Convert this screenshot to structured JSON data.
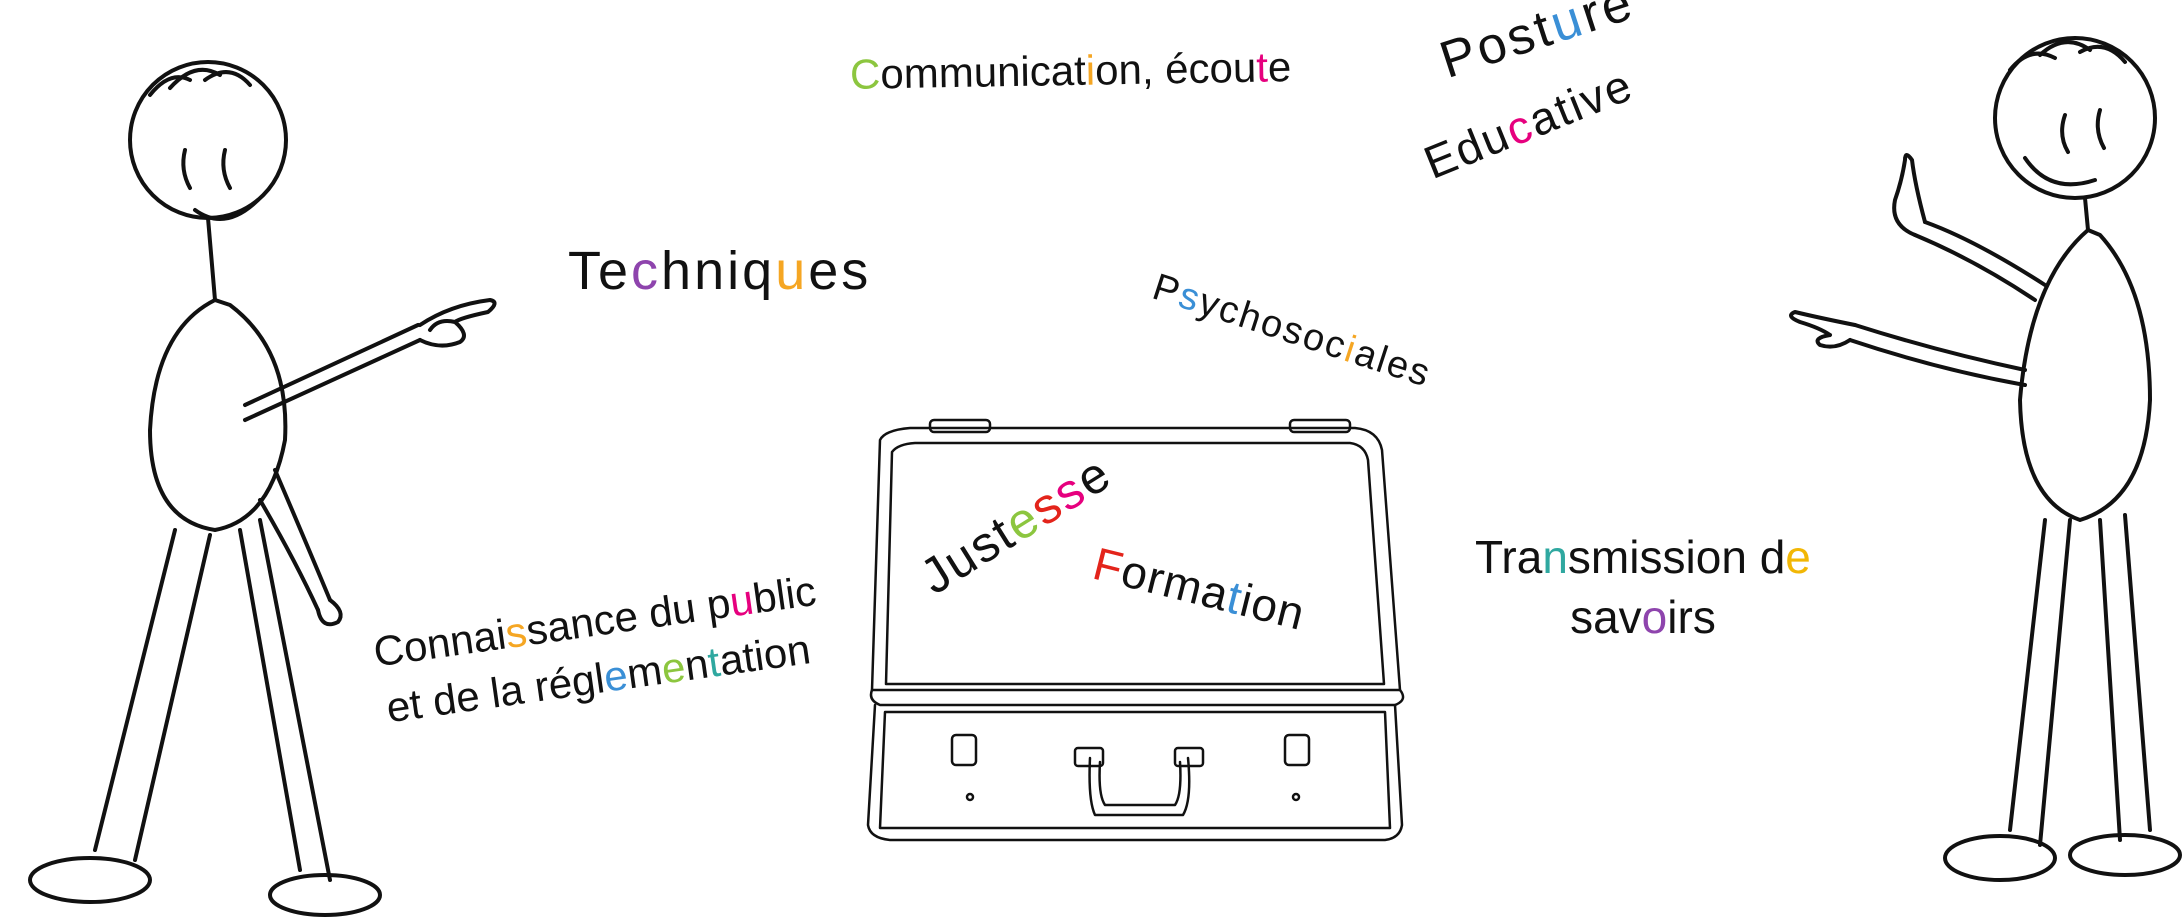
{
  "colors": {
    "green": "#8cc63f",
    "orange": "#f5a623",
    "magenta": "#e6007e",
    "purple": "#8e44ad",
    "blue": "#3a8fd6",
    "red": "#e3241b",
    "teal": "#2fa8a0",
    "yellow": "#f2b705",
    "ink": "#111111"
  },
  "words": {
    "communication": "Communication, écoute",
    "posture": "Posture",
    "educative": "Educative",
    "techniques": "Techniques",
    "psychosociales": "Psychosociales",
    "justesse": "Justesse",
    "formation": "Formation",
    "transmission_line1": "Transmission de",
    "transmission_line2": "savoirs",
    "connaissance_line1": "Connaissance du public",
    "connaissance_line2": "et de la réglementation"
  },
  "figures": {
    "left": "stick-figure-pointing-right",
    "right": "stick-figure-pointing-left-finger-raised",
    "center": "open-suitcase"
  }
}
